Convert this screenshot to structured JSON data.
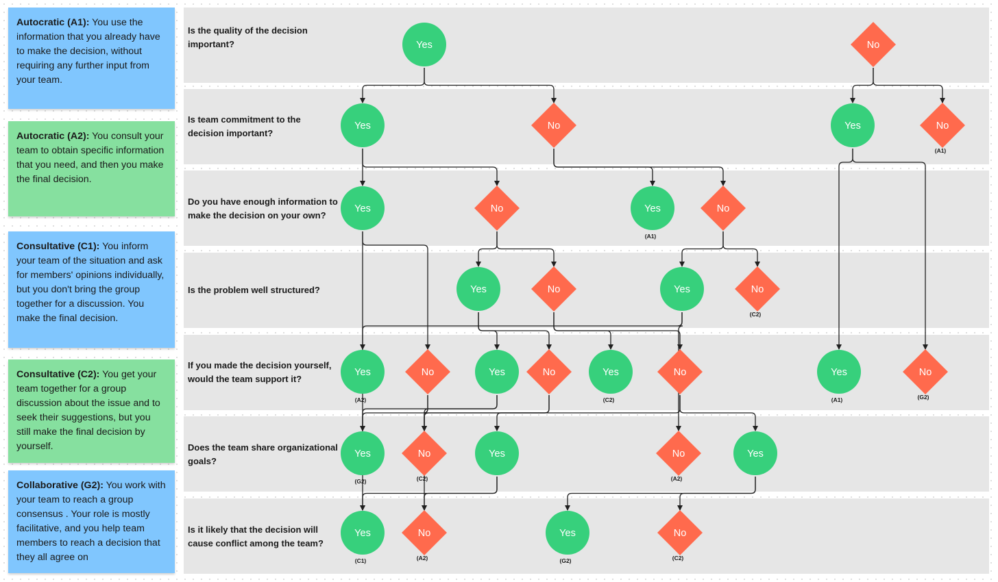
{
  "legend": [
    {
      "title": "Autocratic (A1):",
      "text": " You use the information that you already have to make the decision, without requiring any further input from your team.",
      "color": "blue"
    },
    {
      "title": "Autocratic (A2):",
      "text": " You consult your team to obtain specific information  that you need, and then you make the final decision.",
      "color": "green"
    },
    {
      "title": "Consultative (C1):",
      "text": " You inform your team of the situation and ask for members' opinions individually, but you don't bring the group together for a discussion. You make the final decision.",
      "color": "blue"
    },
    {
      "title": "Consultative (C2):",
      "text": " You get your team together for a group discussion about the issue and to seek their suggestions, but you still make the final decision by yourself.",
      "color": "green"
    },
    {
      "title": "Collaborative (G2):",
      "text": " You work with your team to reach a group consensus . Your role is mostly facilitative, and you help team members to reach a decision that they all agree on",
      "color": "blue"
    }
  ],
  "questions": [
    "Is the quality of the decision important?",
    "Is team commitment to the decision important?",
    "Do you have enough information to make the decision on your own?",
    "Is the problem well structured?",
    "If you made the decision yourself, would the team support it?",
    "Does the team share organizational goals?",
    "Is it likely that the decision will cause conflict among the team?"
  ],
  "colors": {
    "yes": "#37d07c",
    "no": "#ff6a4d",
    "band": "#e6e6e6",
    "blue_card": "#80c6fe",
    "green_card": "#86e09f",
    "line": "#1f1f1f"
  },
  "labels": {
    "yes": "Yes",
    "no": "No"
  },
  "nodes": [
    {
      "id": "q1-yes",
      "type": "yes",
      "row": 0
    },
    {
      "id": "q1-no",
      "type": "no",
      "row": 0
    },
    {
      "id": "q2-yes-a",
      "type": "yes",
      "row": 1
    },
    {
      "id": "q2-no-a",
      "type": "no",
      "row": 1
    },
    {
      "id": "q2-yes-b",
      "type": "yes",
      "row": 1
    },
    {
      "id": "q2-no-b",
      "type": "no",
      "row": 1,
      "outcome": "(A1)"
    },
    {
      "id": "q3-yes-a",
      "type": "yes",
      "row": 2
    },
    {
      "id": "q3-no-a",
      "type": "no",
      "row": 2
    },
    {
      "id": "q3-yes-b",
      "type": "yes",
      "row": 2,
      "outcome": "(A1)"
    },
    {
      "id": "q3-no-b",
      "type": "no",
      "row": 2
    },
    {
      "id": "q4-yes-a",
      "type": "yes",
      "row": 3
    },
    {
      "id": "q4-no-a",
      "type": "no",
      "row": 3
    },
    {
      "id": "q4-yes-b",
      "type": "yes",
      "row": 3
    },
    {
      "id": "q4-no-b",
      "type": "no",
      "row": 3,
      "outcome": "(C2)"
    },
    {
      "id": "q5-yes-a",
      "type": "yes",
      "row": 4,
      "outcome": "(A2)"
    },
    {
      "id": "q5-no-a",
      "type": "no",
      "row": 4
    },
    {
      "id": "q5-yes-b",
      "type": "yes",
      "row": 4
    },
    {
      "id": "q5-no-b",
      "type": "no",
      "row": 4
    },
    {
      "id": "q5-yes-c",
      "type": "yes",
      "row": 4,
      "outcome": "(C2)"
    },
    {
      "id": "q5-no-c",
      "type": "no",
      "row": 4
    },
    {
      "id": "q5-yes-d",
      "type": "yes",
      "row": 4,
      "outcome": "(A1)"
    },
    {
      "id": "q5-no-d",
      "type": "no",
      "row": 4,
      "outcome": "(G2)"
    },
    {
      "id": "q6-yes-a",
      "type": "yes",
      "row": 5,
      "outcome": "(G2)"
    },
    {
      "id": "q6-no-a",
      "type": "no",
      "row": 5,
      "outcome": "(C2)"
    },
    {
      "id": "q6-yes-b",
      "type": "yes",
      "row": 5
    },
    {
      "id": "q6-no-b",
      "type": "no",
      "row": 5,
      "outcome": "(A2)"
    },
    {
      "id": "q6-yes-c",
      "type": "yes",
      "row": 5
    },
    {
      "id": "q7-yes-a",
      "type": "yes",
      "row": 6,
      "outcome": "(C1)"
    },
    {
      "id": "q7-no-a",
      "type": "no",
      "row": 6,
      "outcome": "(A2)"
    },
    {
      "id": "q7-yes-b",
      "type": "yes",
      "row": 6,
      "outcome": "(G2)"
    },
    {
      "id": "q7-no-b",
      "type": "no",
      "row": 6,
      "outcome": "(C2)"
    }
  ],
  "edges": [
    [
      "q1-yes",
      "q2-yes-a"
    ],
    [
      "q1-yes",
      "q2-no-a"
    ],
    [
      "q1-no",
      "q2-yes-b"
    ],
    [
      "q1-no",
      "q2-no-b"
    ],
    [
      "q2-yes-a",
      "q3-yes-a"
    ],
    [
      "q2-yes-a",
      "q3-no-a"
    ],
    [
      "q2-no-a",
      "q3-yes-b"
    ],
    [
      "q2-no-a",
      "q3-no-b"
    ],
    [
      "q2-yes-b",
      "q5-yes-d"
    ],
    [
      "q2-yes-b",
      "q5-no-d"
    ],
    [
      "q3-yes-a",
      "q5-yes-a"
    ],
    [
      "q3-yes-a",
      "q5-no-a"
    ],
    [
      "q3-no-a",
      "q4-yes-a"
    ],
    [
      "q3-no-a",
      "q4-no-a"
    ],
    [
      "q3-no-b",
      "q4-yes-b"
    ],
    [
      "q3-no-b",
      "q4-no-b"
    ],
    [
      "q4-yes-a",
      "q5-yes-b"
    ],
    [
      "q4-yes-a",
      "q5-no-b"
    ],
    [
      "q4-no-a",
      "q5-yes-c"
    ],
    [
      "q4-no-a",
      "q5-no-c"
    ],
    [
      "q4-yes-b",
      "q6-yes-a"
    ],
    [
      "q4-yes-b",
      "q6-no-b"
    ],
    [
      "q5-no-a",
      "q6-yes-a"
    ],
    [
      "q5-no-a",
      "q6-no-a"
    ],
    [
      "q5-yes-b",
      "q7-yes-a"
    ],
    [
      "q5-yes-b",
      "q7-no-a"
    ],
    [
      "q5-no-b",
      "q6-yes-b"
    ],
    [
      "q5-no-b",
      "q6-no-a"
    ],
    [
      "q5-no-c",
      "q6-no-a"
    ],
    [
      "q5-no-c",
      "q6-yes-c"
    ],
    [
      "q6-yes-b",
      "q7-yes-a"
    ],
    [
      "q6-yes-b",
      "q7-no-a"
    ],
    [
      "q6-yes-c",
      "q7-yes-b"
    ],
    [
      "q6-yes-c",
      "q7-no-b"
    ]
  ]
}
